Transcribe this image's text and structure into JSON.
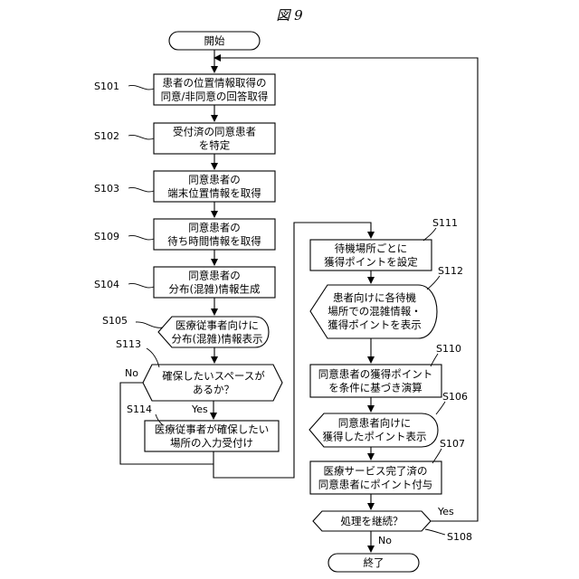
{
  "figure_title": "図 9",
  "nodes": {
    "start": {
      "lines": [
        "開始"
      ]
    },
    "s101": {
      "lines": [
        "患者の位置情報取得の",
        "同意/非同意の回答取得"
      ]
    },
    "s102": {
      "lines": [
        "受付済の同意患者",
        "を特定"
      ]
    },
    "s103": {
      "lines": [
        "同意患者の",
        "端末位置情報を取得"
      ]
    },
    "s109": {
      "lines": [
        "同意患者の",
        "待ち時間情報を取得"
      ]
    },
    "s104": {
      "lines": [
        "同意患者の",
        "分布(混雑)情報生成"
      ]
    },
    "s105": {
      "lines": [
        "医療従事者向けに",
        "分布(混雑)情報表示"
      ]
    },
    "s113": {
      "lines": [
        "確保したいスペースが",
        "あるか？"
      ]
    },
    "s114": {
      "lines": [
        "医療従事者が確保したい",
        "場所の入力受付け"
      ]
    },
    "s111": {
      "lines": [
        "待機場所ごとに",
        "獲得ポイントを設定"
      ]
    },
    "s112": {
      "lines": [
        "患者向けに各待機",
        "場所での混雑情報・",
        "獲得ポイントを表示"
      ]
    },
    "s110": {
      "lines": [
        "同意患者の獲得ポイント",
        "を条件に基づき演算"
      ]
    },
    "s106": {
      "lines": [
        "同意患者向けに",
        "獲得したポイント表示"
      ]
    },
    "s107": {
      "lines": [
        "医療サービス完了済の",
        "同意患者にポイント付与"
      ]
    },
    "s108": {
      "lines": [
        "処理を継続？"
      ]
    },
    "end": {
      "lines": [
        "終了"
      ]
    }
  },
  "step_labels": {
    "s101": "S101",
    "s102": "S102",
    "s103": "S103",
    "s109": "S109",
    "s104": "S104",
    "s105": "S105",
    "s113": "S113",
    "s114": "S114",
    "s111": "S111",
    "s112": "S112",
    "s110": "S110",
    "s106": "S106",
    "s107": "S107",
    "s108": "S108"
  },
  "branch_labels": {
    "s113_no": "No",
    "s113_yes": "Yes",
    "s108_yes": "Yes",
    "s108_no": "No"
  }
}
